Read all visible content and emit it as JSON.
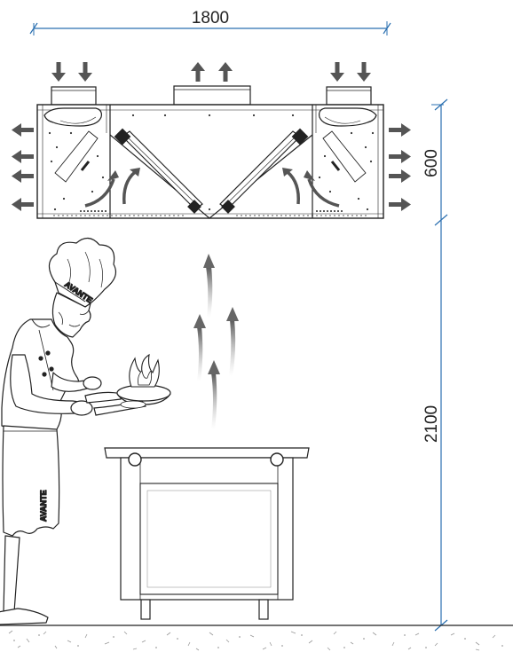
{
  "dimensions": {
    "hood_width": "1800",
    "hood_height": "600",
    "mount_height": "2100"
  },
  "branding": {
    "hat_logo": "AVANTE",
    "apron_logo": "AVANTE"
  },
  "colors": {
    "line": "#222222",
    "arrow": "#555555",
    "dimension": "#2a6fb0",
    "floor": "#9a9a9a"
  }
}
